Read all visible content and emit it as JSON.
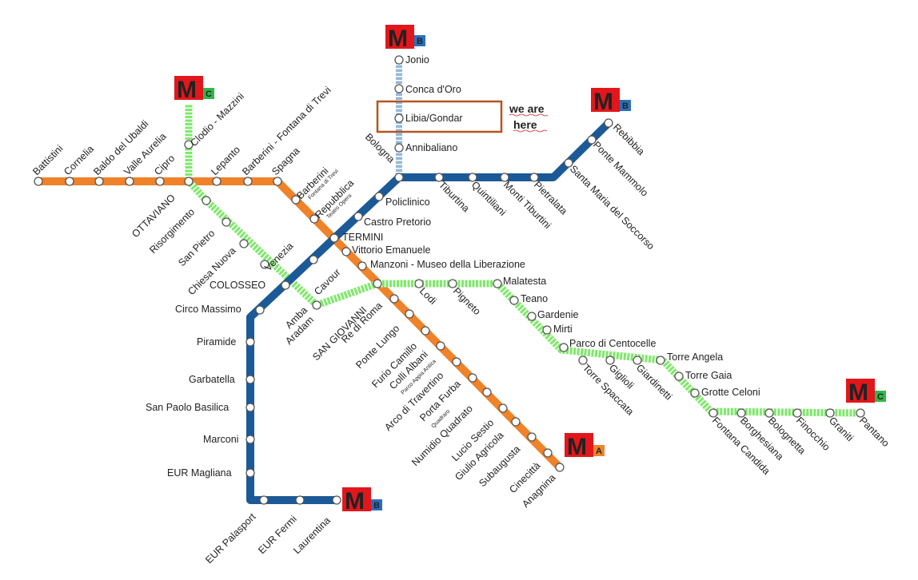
{
  "colors": {
    "line_a": "#f0822a",
    "line_b": "#1b5a96",
    "line_c": "#7fe86b",
    "line_b1": "#93b8dc",
    "logo_red": "#e3161b",
    "badge_a": "#f0822a",
    "badge_b": "#2a6fbb",
    "badge_c": "#2fb84a",
    "highlight": "#b5541f"
  },
  "logos": [
    {
      "id": "logo-b-top",
      "letter": "M",
      "line": "B"
    },
    {
      "id": "logo-c-left",
      "letter": "M",
      "line": "C"
    },
    {
      "id": "logo-b-right",
      "letter": "M",
      "line": "B"
    },
    {
      "id": "logo-c-right",
      "letter": "M",
      "line": "C"
    },
    {
      "id": "logo-a",
      "letter": "M",
      "line": "A"
    },
    {
      "id": "logo-b-bottom",
      "letter": "M",
      "line": "B"
    }
  ],
  "highlight_note": {
    "line1": "we are",
    "line2": "here"
  },
  "stations": {
    "jonio": "Jonio",
    "conca_doro": "Conca d'Oro",
    "libia_gondar": "Libia/Gondar",
    "annibaliano": "Annibaliano",
    "battistini": "Battistini",
    "cornelia": "Cornelia",
    "baldo_degli_ubaldi": "Baldo del Ubaldi",
    "valle_aurelia": "Valle Aurelia",
    "cipro": "Cipro",
    "clodio_mazzini": "Clodio - Mazzini",
    "lepanto": "Lepanto",
    "barberini_fontana_di_trevi": "Barberini - Fontana di Trevi",
    "spagna": "Spagna",
    "barberini": "Barberini",
    "barberini_sub": "Fontana di Trevi",
    "repubblica": "Repubblica",
    "repubblica_sub": "Teatro Opera",
    "ottaviano": "OTTAVIANO",
    "risorgimento": "Risorgimento",
    "san_pietro": "San Pietro",
    "chiesa_nuova": "Chiesa Nuova",
    "venezia": "Venezia",
    "colosseo": "COLOSSEO",
    "circo_massimo": "Circo Massimo",
    "piramide": "Piramide",
    "garbatella": "Garbatella",
    "san_paolo_basilica": "San Paolo Basilica",
    "marconi": "Marconi",
    "eur_magliana": "EUR Magliana",
    "eur_palasport": "EUR Palasport",
    "eur_fermi": "EUR Fermi",
    "laurentina": "Laurentina",
    "bologna": "Bologna",
    "policlinico": "Policlinico",
    "castro_pretorio": "Castro Pretorio",
    "termini": "TERMINI",
    "vittorio_emanuele": "Vittorio Emanuele",
    "manzoni": "Manzoni - Museo della Liberazione",
    "cavour": "Cavour",
    "amba_aradam_1": "Amba",
    "amba_aradam_2": "Aradam",
    "san_giovanni": "SAN GIOVANNI",
    "re_di_roma": "Re di Roma",
    "ponte_lungo": "Ponte Lungo",
    "furio_camillo": "Furio Camillo",
    "colli_albani": "Colli Albani",
    "colli_albani_sub": "Parco Appia Antica",
    "arco_di_travertino": "Arco di Travertino",
    "porta_furba": "Porta Furba",
    "porta_furba_sub": "Quadraro",
    "numidio_quadrato": "Numidio Quadrato",
    "lucio_sestio": "Lucio Sestio",
    "giulio_agricola": "Giulio Agricola",
    "subaugusta": "Subaugusta",
    "cinecitta": "Cinecittà",
    "anagnina": "Anagnina",
    "tiburtina": "Tiburtina",
    "quintiliani": "Quintiliani",
    "monti_tiburtini": "Monti Tiburtini",
    "pietralata": "Pietralata",
    "santa_maria_del_soccorso": "Santa Maria del Soccorso",
    "ponte_mammolo": "Ponte Mammolo",
    "rebibbia": "Rebibbia",
    "lodi": "Lodi",
    "pigneto": "Pigneto",
    "malatesta": "Malatesta",
    "teano": "Teano",
    "gardenie": "Gardenie",
    "mirti": "Mirti",
    "parco_di_centocelle": "Parco di Centocelle",
    "torre_spaccata": "Torre Spaccata",
    "giglioli": "Giglioli",
    "giardinetti": "Giardinetti",
    "torre_angela": "Torre Angela",
    "torre_gaia": "Torre Gaia",
    "grotte_celoni": "Grotte Celoni",
    "fontana_candida": "Fontana Candida",
    "borghesiana": "Borghesiana",
    "bolognetta": "Bolognetta",
    "finocchio": "Finocchio",
    "graniti": "Graniti",
    "pantano": "Pantano"
  }
}
